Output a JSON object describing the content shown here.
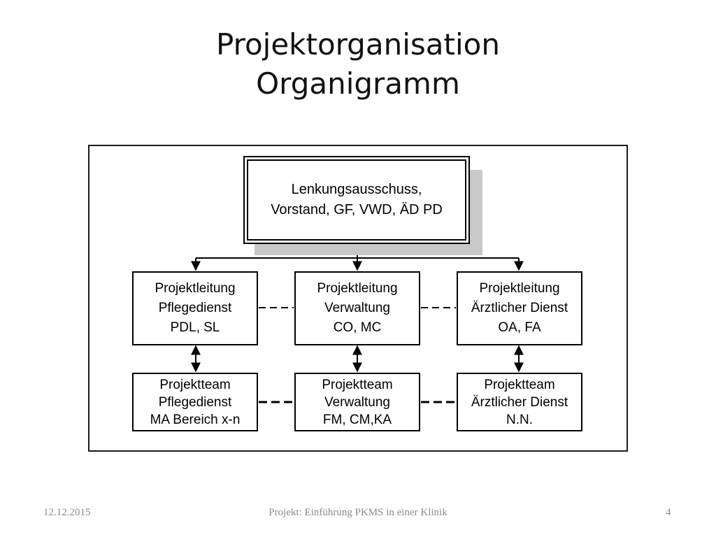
{
  "slide": {
    "title_line1": "Projektorganisation",
    "title_line2": "Organigramm"
  },
  "diagram": {
    "steering": {
      "line1": "Lenkungsausschuss,",
      "line2": "Vorstand, GF, VWD, ÄD PD"
    },
    "leads": [
      {
        "line1": "Projektleitung",
        "line2": "Pflegedienst",
        "line3": "PDL, SL"
      },
      {
        "line1": "Projektleitung",
        "line2": "Verwaltung",
        "line3": "CO, MC"
      },
      {
        "line1": "Projektleitung",
        "line2": "Ärztlicher Dienst",
        "line3": "OA, FA"
      }
    ],
    "teams": [
      {
        "line1": "Projektteam",
        "line2": "Pflegedienst",
        "line3": "MA Bereich x-n"
      },
      {
        "line1": "Projektteam",
        "line2": "Verwaltung",
        "line3": "FM, CM,KA"
      },
      {
        "line1": "Projektteam",
        "line2": "Ärztlicher Dienst",
        "line3": "N.N."
      }
    ]
  },
  "footer": {
    "date": "12.12.2015",
    "center": "Projekt: Einführung PKMS in einer Klinik",
    "page": "4"
  }
}
